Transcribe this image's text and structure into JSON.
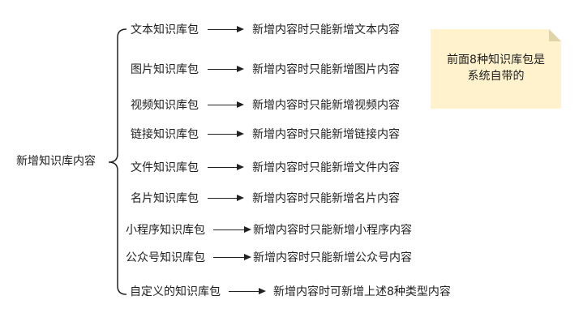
{
  "root": {
    "label": "新增知识库内容"
  },
  "branches": [
    {
      "package": "文本知识库包",
      "description": "新增内容时只能新增文本内容"
    },
    {
      "package": "图片知识库包",
      "description": "新增内容时只能新增图片内容"
    },
    {
      "package": "视频知识库包",
      "description": "新增内容时只能新增视频内容"
    },
    {
      "package": "链接知识库包",
      "description": "新增内容时只能新增链接内容"
    },
    {
      "package": "文件知识库包",
      "description": "新增内容时只能新增文件内容"
    },
    {
      "package": "名片知识库包",
      "description": "新增内容时只能新增名片内容"
    },
    {
      "package": "小程序知识库包",
      "description": "新增内容时只能新增小程序内容"
    },
    {
      "package": "公众号知识库包",
      "description": "新增内容时只能新增公众号内容"
    },
    {
      "package": "自定义的知识库包",
      "description": "新增内容时可新增上述8种类型内容"
    }
  ],
  "note": {
    "line1": "前面8种知识库包是",
    "line2": "系统自带的"
  }
}
